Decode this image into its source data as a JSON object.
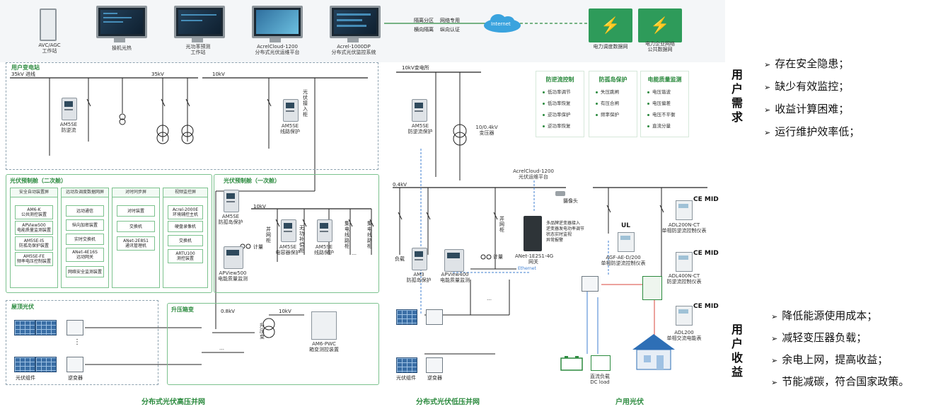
{
  "top_bar": {
    "devices": [
      {
        "label": "AVC/AGC\n工作站"
      },
      {
        "label": "操机光热"
      },
      {
        "label": "光功率预测\n工作站"
      },
      {
        "label": "AcrelCloud-1200\n分布式光伏运维平台"
      },
      {
        "label": "Acrel-1000DP\n分布式光伏监控系统"
      }
    ],
    "network_labels": [
      "隔离分区",
      "网络专用",
      "横向隔离",
      "纵向认证"
    ],
    "internet": "Internet",
    "grid_icons": [
      {
        "label": "电力调度数据网"
      },
      {
        "label": "电力企业网络\n公共数据网"
      }
    ]
  },
  "substation": {
    "title": "用户变电站",
    "bus_35kv_in": "35kV 进线",
    "bus_35kv": "35kV",
    "bus_10kv": "10kV",
    "am5se_antireverse": "AM5SE\n防逆流",
    "am5se_line": "AM5SE\n线路保护",
    "pv_access_cabinet": "光伏接入柜"
  },
  "secondary_cabin": {
    "title": "光伏预制舱（二次舱）",
    "cabinets": [
      {
        "header": "安全自动装置屏",
        "items": [
          "AM6-K\n公共测控装置",
          "APView500\n电能质量监测装置",
          "AM5SE-IS\n防孤岛保护装置",
          "AM5SE-FE\n频率电压控制装置"
        ]
      },
      {
        "header": "远动及调度数据网屏",
        "items": [
          "远动通信",
          "纵向加密装置",
          "实时交换机",
          "ANet-4E16S\n远动网关",
          "网络安全监测装置"
        ]
      },
      {
        "header": "对时同步屏",
        "items": [
          "对时装置",
          "交换机",
          "ANet-2E8S1\n通讯管理机"
        ]
      },
      {
        "header": "视频监控屏",
        "items": [
          "Acrel-2000E\n环境辅控主机",
          "硬盘录像机",
          "交换机",
          "ARTU100\n测控装置"
        ]
      }
    ]
  },
  "primary_cabin": {
    "title": "光伏预制舱（一次舱）",
    "bus_10kv": "10kV",
    "am5se_island": "AM5SE\n防孤岛保护",
    "apview500": "APView500\n电能质量监测",
    "meter": "计量",
    "grid_cabinet": "并网柜",
    "am5se_capacitor": "AM5SE\n电容器保护",
    "reactive_cabinet": "无功补偿柜",
    "am5se_line": "AM5SE\n线路保护",
    "collect1": "集电线路柜",
    "collect2": "集电线路柜",
    "ellipsis": "…"
  },
  "rooftop": {
    "title": "屋顶光伏",
    "pv_module": "光伏组件",
    "inverter": "逆变器",
    "dots": "⋮"
  },
  "boost": {
    "title": "升压箱变",
    "v_08kv": "0.8kV",
    "v_10kv": "10kV",
    "transformer": "升压变",
    "am6pwc": "AM6-PWC\n箱变测控装置",
    "ellipsis": "…"
  },
  "low_voltage": {
    "substation": "10kV变电所",
    "am5se": "AM5SE\n防逆流保护",
    "transformer": "10/0.4kV\n变压器",
    "cloud": "AcrelCloud-1200\n光伏运维平台",
    "camera": "摄像头",
    "bus_04kv": "0.4kV",
    "load": "负载",
    "grid_cabinet": "并网柜",
    "meter": "计量",
    "am3": "AM3\n防孤岛保护",
    "apview400": "APView400\n电能质量监测",
    "gateway": "ANet-1E2S1-4G\n网关",
    "gateway_feats": [
      "多品牌逆变器接入",
      "逆变器发电功率调节",
      "状态实时监视",
      "异常报警"
    ],
    "ethernet": "Ethernet",
    "ellipsis": "…",
    "pv_module": "光伏组件",
    "inverter": "逆变器"
  },
  "features": [
    {
      "title": "防逆流控制",
      "items": [
        "低功率调节",
        "低功率恢复",
        "逆功率保护",
        "逆功率恢复"
      ]
    },
    {
      "title": "防孤岛保护",
      "items": [
        "失压跳闸",
        "有压合闸",
        "频率保护"
      ]
    },
    {
      "title": "电能质量监测",
      "items": [
        "电压谐波",
        "电压偏差",
        "电压不平衡",
        "直流分量"
      ]
    }
  ],
  "household": {
    "ul": "UL",
    "agf": "AGF-AE-D/200\n单相防逆流控制仪表",
    "ce1": "CE MID",
    "adl200n": "ADL200N-CT\n单相防逆流控制仪表",
    "ce2": "CE MID",
    "adl400n": "ADL400N-CT\n防逆流控制仪表",
    "ce3": "CE MID",
    "adl200": "ADL200\n单相交流电能表",
    "dc_load": "直流负载\nDC load"
  },
  "footer": [
    "分布式光伏高压并网",
    "分布式光伏低压并网",
    "户用光伏"
  ],
  "user_needs": {
    "heading": "用户需求",
    "items": [
      "存在安全隐患；",
      "缺少有效监控；",
      "收益计算困难；",
      "运行维护效率低；"
    ]
  },
  "user_benefits": {
    "heading": "用户收益",
    "items": [
      "降低能源使用成本；",
      "减轻变压器负载；",
      "余电上网，提高收益；",
      "节能减碳，符合国家政策。"
    ]
  },
  "arrow_glyph": "➢",
  "colors": {
    "green": "#2b8a3e",
    "line_green": "#7cc28e",
    "blue_dash": "#3f7fd1",
    "red": "#d9463b"
  }
}
